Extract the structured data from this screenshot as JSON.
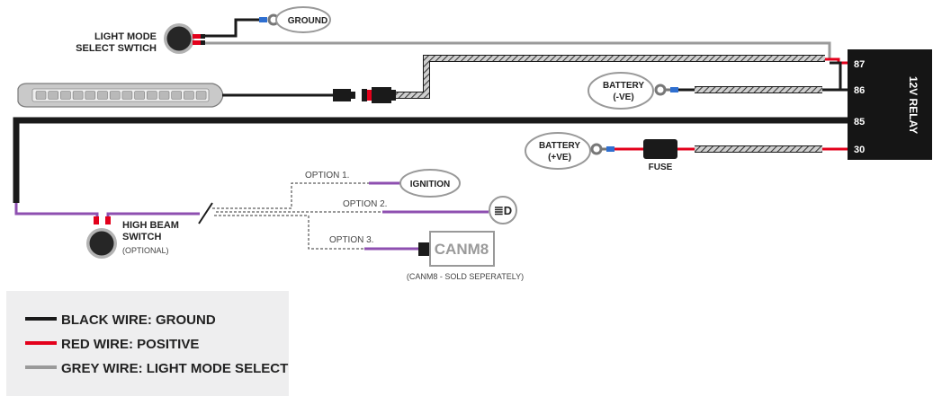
{
  "labels": {
    "light_mode_switch_line1": "LIGHT MODE",
    "light_mode_switch_line2": "SELECT SWTICH",
    "ground": "GROUND",
    "battery_neg_line1": "BATTERY",
    "battery_neg_line2": "(-VE)",
    "battery_pos_line1": "BATTERY",
    "battery_pos_line2": "(+VE)",
    "fuse": "FUSE",
    "relay": "12V RELAY",
    "pin_87": "87",
    "pin_86": "86",
    "pin_85": "85",
    "pin_30": "30",
    "high_beam_line1": "HIGH BEAM",
    "high_beam_line2": "SWITCH",
    "high_beam_line3": "(OPTIONAL)",
    "option1": "OPTION 1.",
    "option2": "OPTION 2.",
    "option3": "OPTION 3.",
    "ignition": "IGNITION",
    "high_beam_symbol": "≣D",
    "canm8": "CANM8",
    "canm8_note": "(CANM8 - SOLD SEPERATELY)"
  },
  "legend": [
    {
      "text": "BLACK WIRE: GROUND",
      "color": "#1a1a1a"
    },
    {
      "text": "RED WIRE: POSITIVE",
      "color": "#e3001b"
    },
    {
      "text": "GREY WIRE: LIGHT MODE SELECT",
      "color": "#9a9a9a"
    }
  ],
  "colors": {
    "black_wire": "#1a1a1a",
    "red_wire": "#e3001b",
    "grey_wire": "#9a9a9a",
    "purple_wire": "#8e4fb0",
    "connector_blue": "#2f6fd0",
    "legend_bg": "#eeeeef"
  }
}
